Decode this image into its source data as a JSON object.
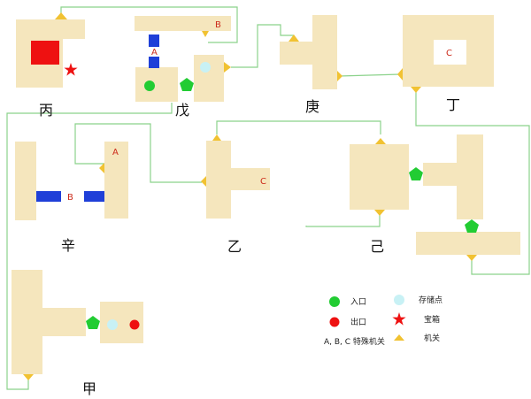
{
  "rooms": {
    "bing": "丙",
    "wu": "戊",
    "geng": "庚",
    "ding": "丁",
    "xin": "辛",
    "yi": "乙",
    "ji": "己",
    "jia": "甲"
  },
  "markers": {
    "a": "A",
    "b": "B",
    "c": "C"
  },
  "legend": {
    "entrance": "入口",
    "exit": "出口",
    "special": "A, B, C 特殊机关",
    "save": "存储点",
    "chest": "宝箱",
    "switch": "机关"
  },
  "colors": {
    "room": "#f5e6bd",
    "path": "#8bd28b",
    "switch": "#f1c232",
    "barrier": "#1f3fd8",
    "exit": "#ee1111",
    "entrance": "#22cc33",
    "save": "#c8f1f5"
  }
}
